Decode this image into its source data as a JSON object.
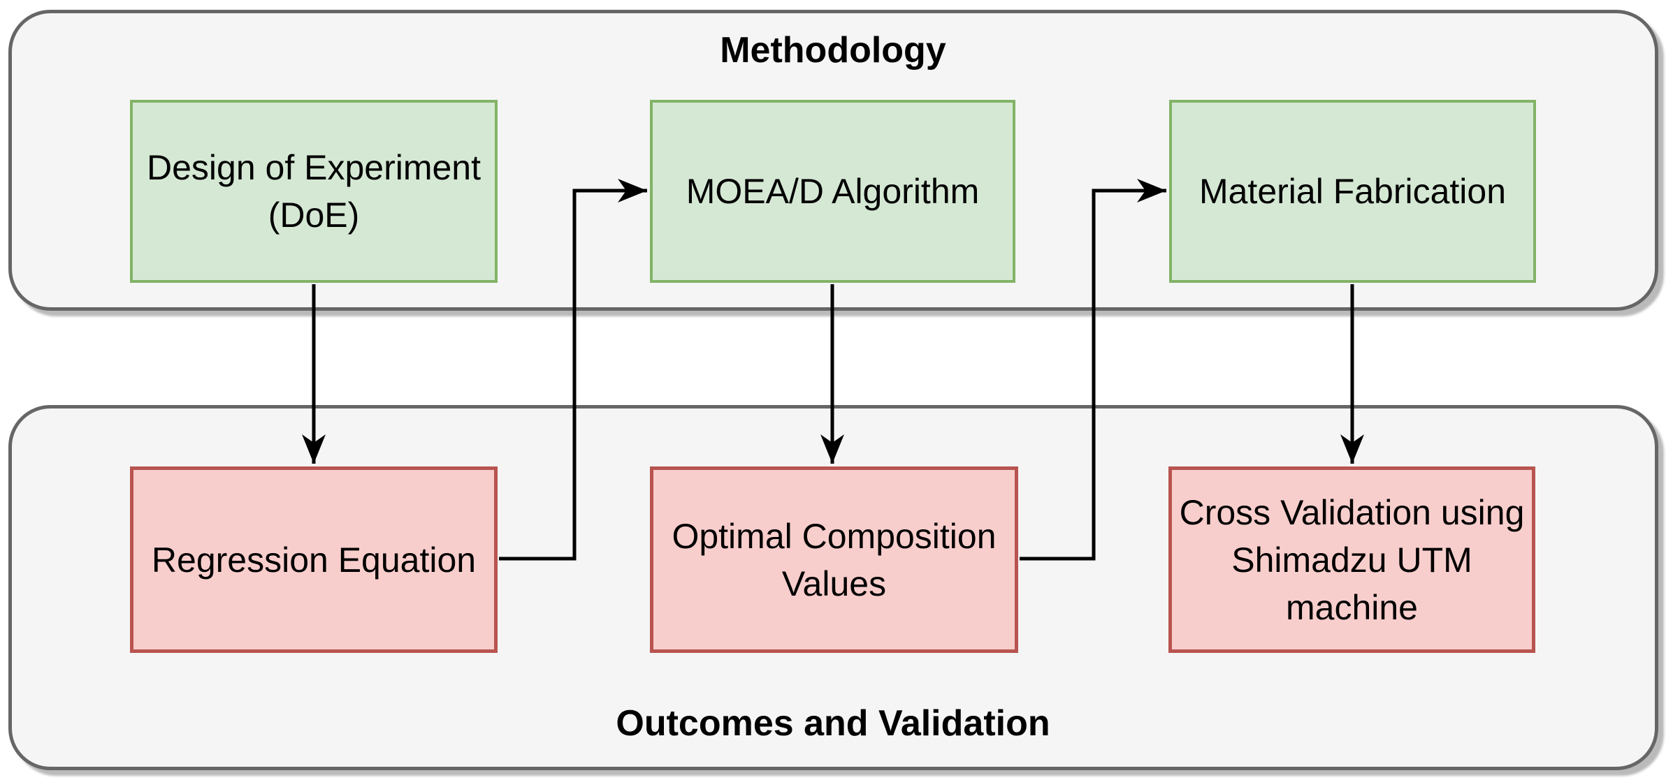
{
  "methodology": {
    "title": "Methodology",
    "boxes": [
      {
        "label": "Design of Experiment (DoE)"
      },
      {
        "label": "MOEA/D Algorithm"
      },
      {
        "label": "Material Fabrication"
      }
    ]
  },
  "outcomes": {
    "title": "Outcomes and Validation",
    "boxes": [
      {
        "label": "Regression Equation"
      },
      {
        "label": "Optimal Composition Values"
      },
      {
        "label": "Cross Validation using Shimadzu UTM machine"
      }
    ]
  },
  "colors": {
    "container_fill": "#f5f5f5",
    "container_border": "#666666",
    "green_fill": "#d5e8d4",
    "green_border": "#82b366",
    "red_fill": "#f8cecc",
    "red_border": "#b85450",
    "connector": "#000000",
    "text": "#000000",
    "page_bg": "#ffffff"
  }
}
